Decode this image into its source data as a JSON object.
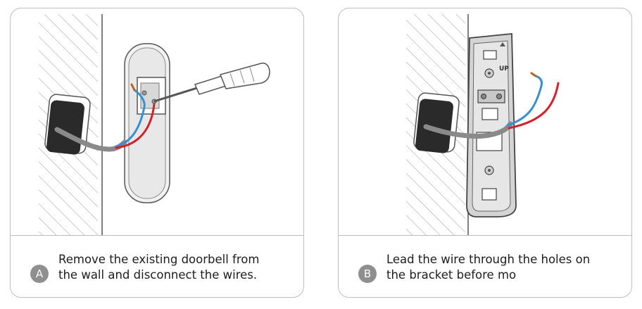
{
  "steps": [
    {
      "badge": "A",
      "line1": "Remove the existing doorbell from",
      "line2": "the wall and disconnect the wires."
    },
    {
      "badge": "B",
      "line1": "Lead the wire through the holes on",
      "line2": "the bracket before mo",
      "bracket_label": "UP"
    }
  ],
  "colors": {
    "border": "#bdbdbd",
    "badge": "#8f8f8f",
    "wire_red": "#d4202a",
    "wire_blue": "#3a8fd0",
    "wire_brown": "#b5651d",
    "cable_gray": "#9a9a9a"
  }
}
